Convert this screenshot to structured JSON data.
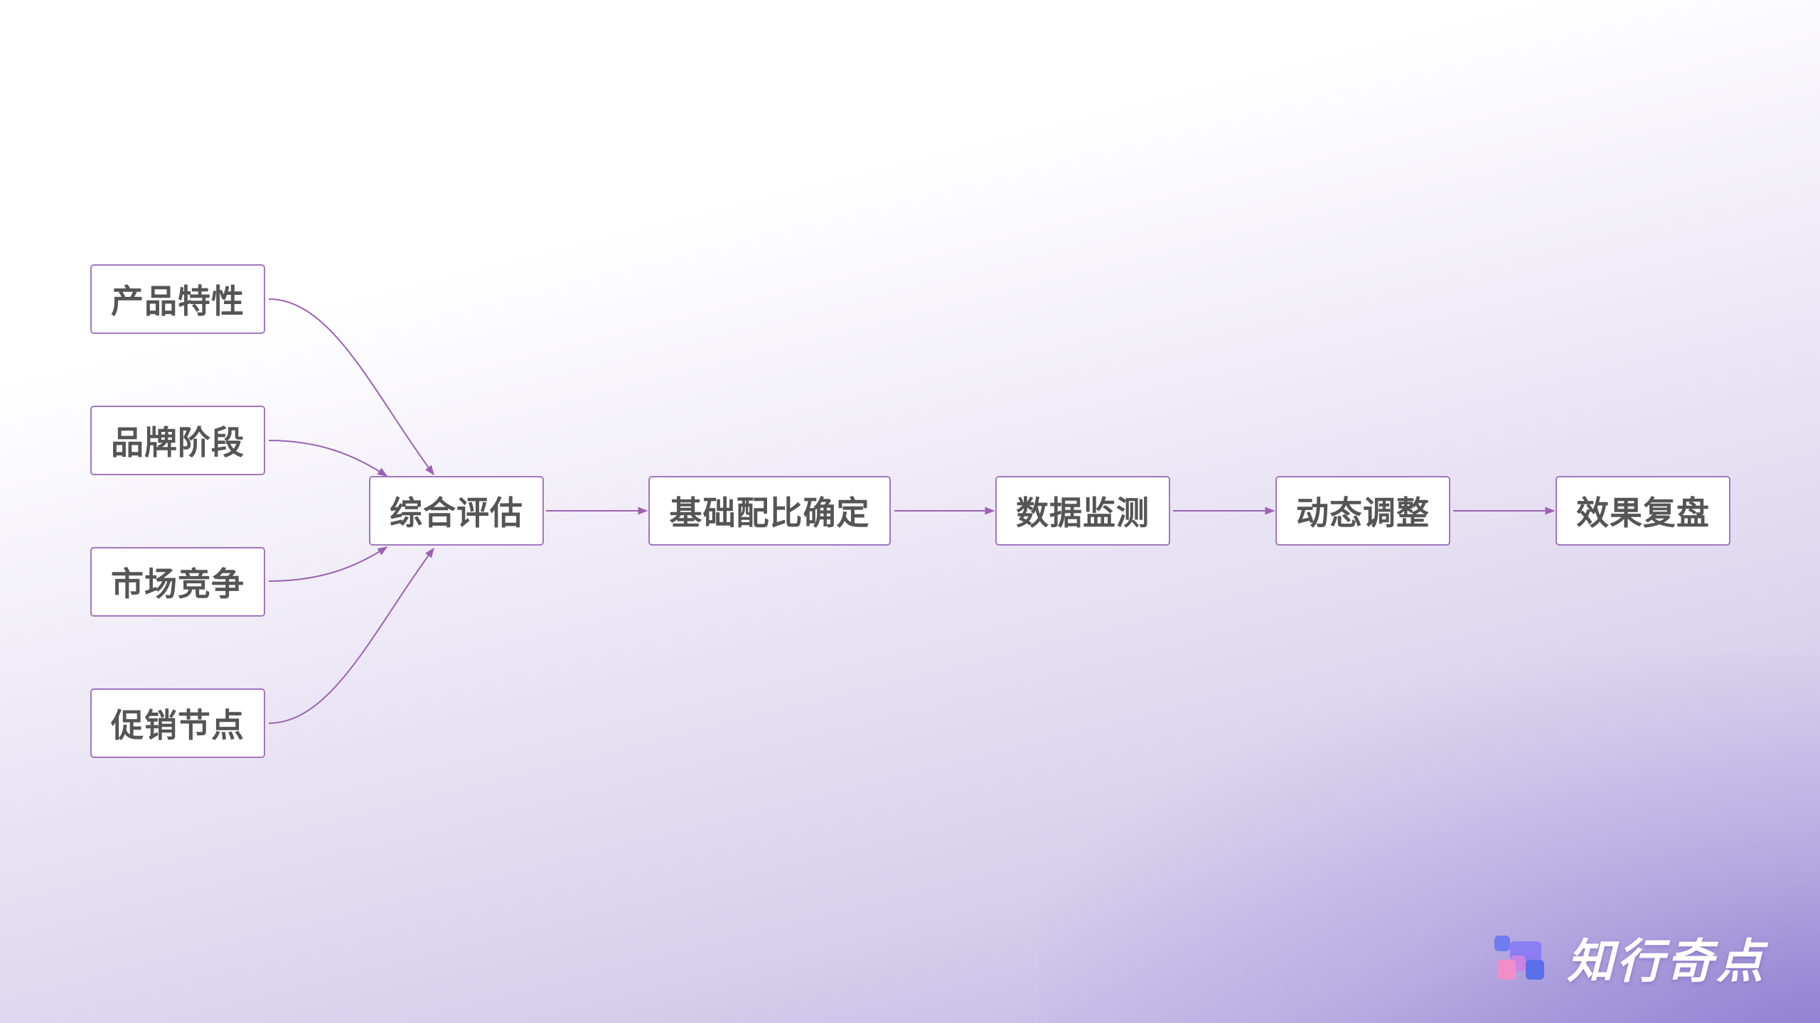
{
  "diagram": {
    "inputs": [
      {
        "label": "产品特性"
      },
      {
        "label": "品牌阶段"
      },
      {
        "label": "市场竞争"
      },
      {
        "label": "促销节点"
      }
    ],
    "flow": [
      {
        "label": "综合评估"
      },
      {
        "label": "基础配比确定"
      },
      {
        "label": "数据监测"
      },
      {
        "label": "动态调整"
      },
      {
        "label": "效果复盘"
      }
    ],
    "colors": {
      "node_border": "#a277bf",
      "edge": "#9b62b3",
      "text": "#555555"
    }
  },
  "brand": {
    "name": "知行奇点",
    "logo_icon": "brand-logo-icon"
  }
}
